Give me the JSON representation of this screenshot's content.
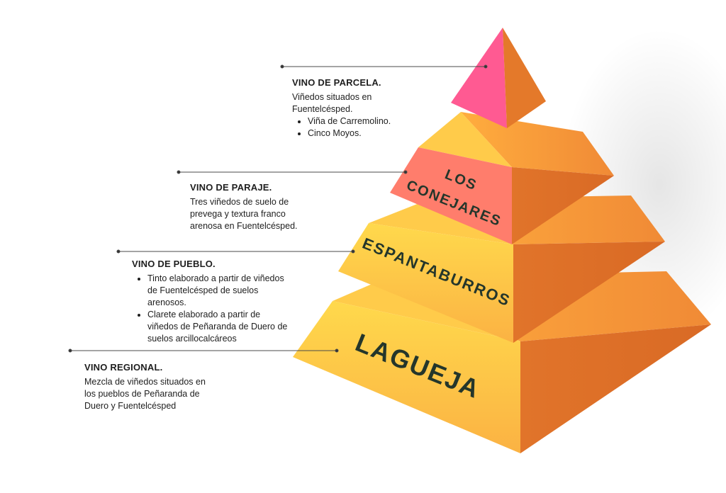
{
  "tiers": {
    "regional": "LAGUEJA",
    "pueblo": "ESPANTABURROS",
    "paraje_line1": "LOS",
    "paraje_line2": "CONEJARES"
  },
  "annotations": {
    "parcela": {
      "title": "VINO DE PARCELA.",
      "text": "Viñedos situados en Fuentelcésped.",
      "bullets": [
        "Viña de Carremolino.",
        "Cinco Moyos."
      ]
    },
    "paraje": {
      "title": "VINO DE PARAJE.",
      "text": "Tres viñedos de suelo de prevega y textura franco arenosa en Fuentelcésped."
    },
    "pueblo": {
      "title": "VINO DE PUEBLO.",
      "bullets": [
        "Tinto elaborado a partir de viñedos de Fuentelcésped de suelos arenosos.",
        "Clarete elaborado a partir de viñedos de Peñaranda de Duero de suelos arcillocalcáreos"
      ]
    },
    "regional": {
      "title": "VINO REGIONAL.",
      "text": "Mezcla de viñedos situados en los pueblos de Peñaranda de Duero y Fuentelcésped"
    }
  },
  "colors": {
    "left_face_top": "#ffe04a",
    "left_face_bottom": "#fbb543",
    "right_face": "#e4792a",
    "paraje_band": "#ff7c6b",
    "tip_left": "#ff5a92",
    "tip_right": "#e4792a",
    "label_text": "#24362b",
    "connector": "#4a4a4a"
  }
}
